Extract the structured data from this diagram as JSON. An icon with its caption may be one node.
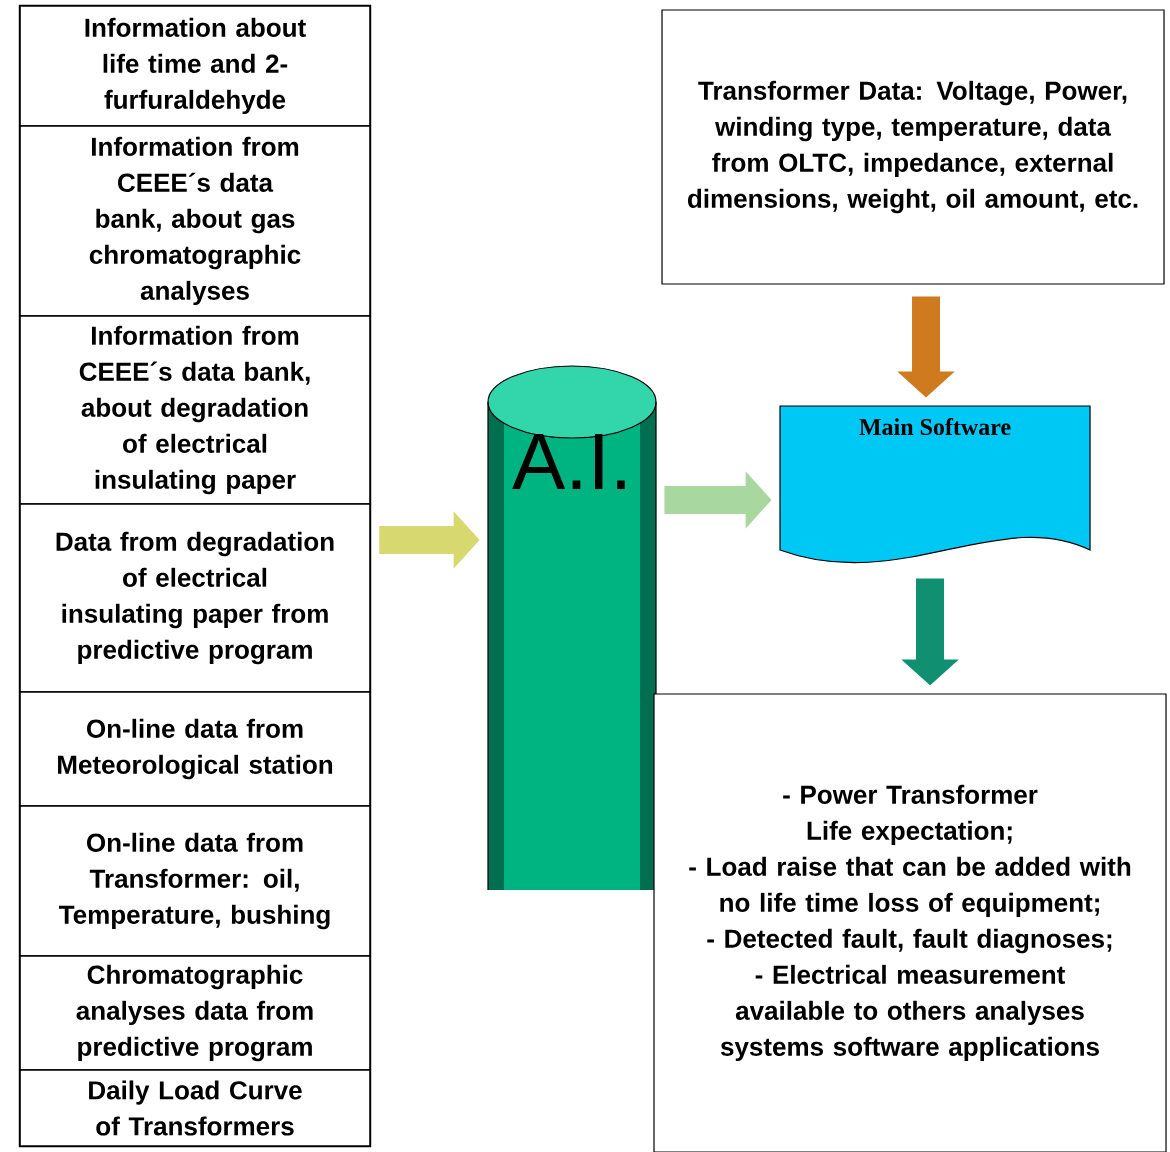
{
  "diagram": {
    "nodes": [
      {
        "text": [],
        "shape": "box"
      },
      {
        "text": [
          "Information about life time and 2-furfuraldehyde"
        ],
        "in": 0
      },
      {
        "text": [
          "Information from CEEE´s data bank, about gas chromatographic analyses"
        ],
        "in": 0
      },
      {
        "text": [
          "Information from CEEE´s data bank, about degradation of electrical insulating paper"
        ],
        "in": 0
      },
      {
        "text": [
          "Data from degradation of electrical insulating paper from predictive program"
        ],
        "in": 0
      },
      {
        "text": [
          "On-line data from Meteorological station"
        ],
        "in": 0
      },
      {
        "text": [
          "On-line data from Transformer: oil, Temperature, bushing"
        ],
        "in": 0
      },
      {
        "text": [
          "Chromatographic analyses data from predictive program"
        ],
        "in": 0
      },
      {
        "text": [
          "Daily Load Curve of Transformers"
        ],
        "in": 0
      },
      {
        "text": [
          "Transformer Data: Voltage, Power, winding type, temperature, data from OLTC, impedance, external dimensions, weight, oil amount, etc."
        ]
      },
      {
        "text": [
          "A.I."
        ]
      },
      {
        "text": [
          "Main Software"
        ]
      },
      {
        "text": [
          "- Power Transformer Life expectation;",
          "- Load raise that can be added with no life time loss of equipment;",
          "- Detected fault, fault diagnoses;",
          "- Electrical measurement available to others analyses systems software applications"
        ]
      }
    ],
    "edges": [
      {
        "from": 0,
        "to": 10,
        "arrow": "to",
        "color": "#d8d870"
      },
      {
        "from": 10,
        "to": 11,
        "arrow": "to",
        "color": "#a8d8a0"
      },
      {
        "from": 9,
        "to": 11,
        "arrow": "to",
        "color": "#d07a20"
      },
      {
        "from": 11,
        "to": 12,
        "arrow": "to",
        "color": "#109070"
      }
    ]
  }
}
